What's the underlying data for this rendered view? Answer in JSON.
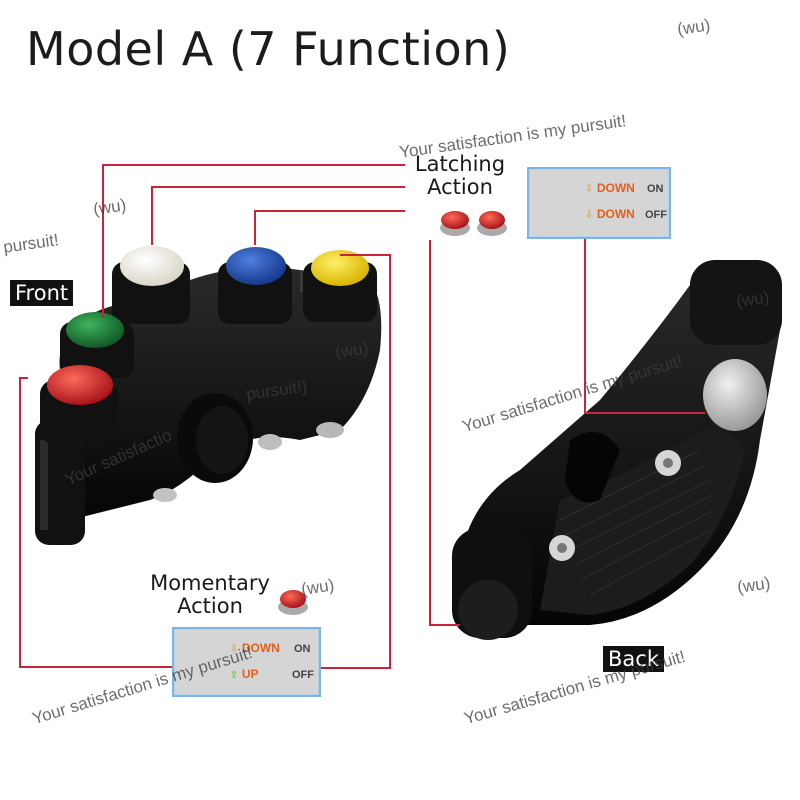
{
  "title": "Model A (7 Function)",
  "labels": {
    "front": "Front",
    "back": "Back",
    "latching_action": [
      "Latching",
      "Action"
    ],
    "momentary_action": [
      "Momentary",
      "Action"
    ]
  },
  "latching_panel": {
    "rows": [
      {
        "direction": "DOWN",
        "state": "ON"
      },
      {
        "direction": "DOWN",
        "state": "OFF"
      }
    ]
  },
  "momentary_panel": {
    "rows": [
      {
        "direction": "DOWN",
        "state": "ON"
      },
      {
        "direction": "UP",
        "state": "OFF"
      }
    ]
  },
  "watermarks": {
    "satisfaction": "Your satisfaction is my pursuit!",
    "wu": "(wu)",
    "pursuit_fragment": "pursuit!",
    "satisfac_fragment": "Your satisfactio",
    "pursuit_paren": "pursuit!)",
    "satisfaction_short": "Your satisfaction i"
  },
  "colors": {
    "line_red": "#c9243a",
    "button_white": "#f1efe4",
    "button_blue": "#1f4fb5",
    "button_yellow": "#f3d11a",
    "button_green": "#1d8a3c",
    "button_red": "#d42a2a",
    "panel_border": "#7fb4df"
  }
}
